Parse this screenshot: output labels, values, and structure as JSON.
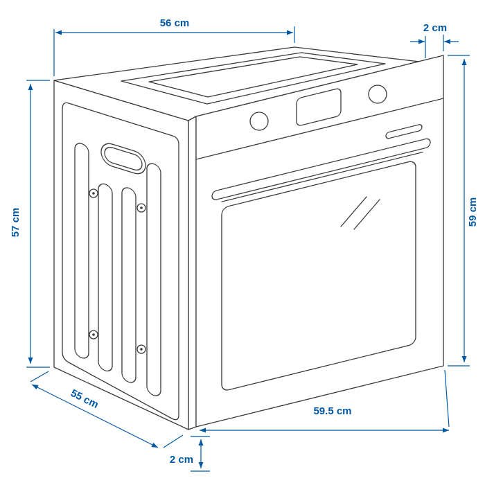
{
  "diagram": {
    "unit": "cm",
    "colors": {
      "dimension_accent": "#0058a3",
      "line_art": "#3a3a3a",
      "background": "#ffffff"
    },
    "dimensions": {
      "top_width": "56 cm",
      "top_right_overhang": "2 cm",
      "left_height": "57 cm",
      "right_height": "59 cm",
      "depth": "55 cm",
      "front_width": "59.5 cm",
      "bottom_overhang": "2 cm"
    }
  }
}
